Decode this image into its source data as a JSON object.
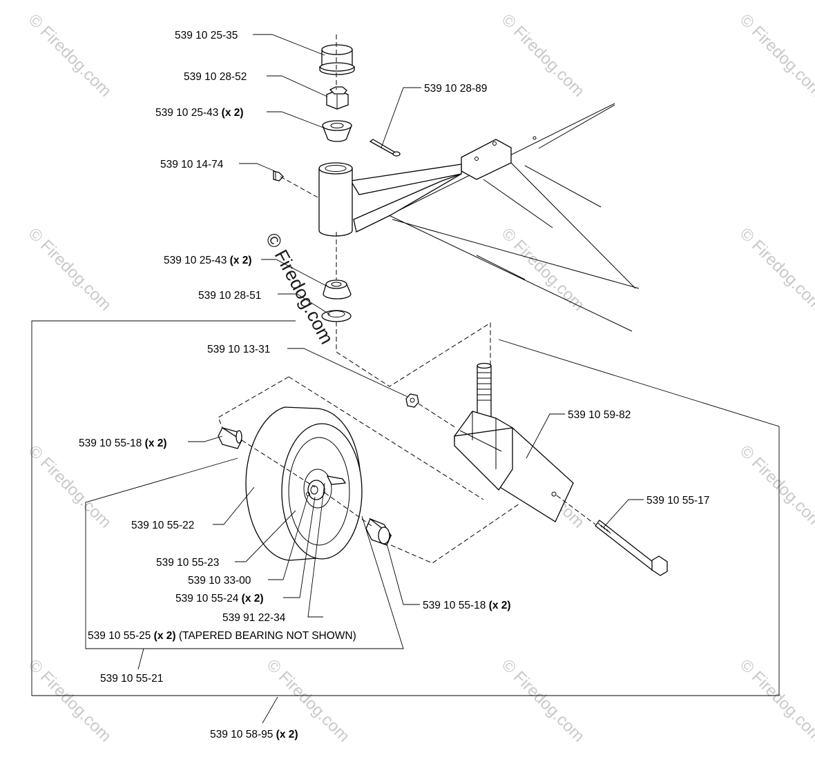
{
  "watermark": {
    "text": "© Firedog.com",
    "center_text": "© Firedog.com"
  },
  "parts": [
    {
      "id": "p1",
      "number": "539 10 25-35",
      "qty": ""
    },
    {
      "id": "p2",
      "number": "539 10 28-52",
      "qty": ""
    },
    {
      "id": "p3",
      "number": "539 10 25-43",
      "qty": "(x 2)"
    },
    {
      "id": "p4",
      "number": "539 10 28-89",
      "qty": ""
    },
    {
      "id": "p5",
      "number": "539 10 14-74",
      "qty": ""
    },
    {
      "id": "p6",
      "number": "539 10 25-43",
      "qty": "(x 2)"
    },
    {
      "id": "p7",
      "number": "539 10 28-51",
      "qty": ""
    },
    {
      "id": "p8",
      "number": "539 10 13-31",
      "qty": ""
    },
    {
      "id": "p9",
      "number": "539 10 59-82",
      "qty": ""
    },
    {
      "id": "p10",
      "number": "539 10 55-18",
      "qty": "(x 2)"
    },
    {
      "id": "p11",
      "number": "539 10 55-17",
      "qty": ""
    },
    {
      "id": "p12",
      "number": "539 10 55-22",
      "qty": ""
    },
    {
      "id": "p13",
      "number": "539 10 55-23",
      "qty": ""
    },
    {
      "id": "p14",
      "number": "539 10 33-00",
      "qty": ""
    },
    {
      "id": "p15",
      "number": "539 10 55-24",
      "qty": "(x 2)"
    },
    {
      "id": "p16",
      "number": "539 10 55-18",
      "qty": "(x 2)"
    },
    {
      "id": "p17",
      "number": "539 91 22-34",
      "qty": ""
    },
    {
      "id": "p18",
      "number": "539 10 55-25",
      "qty": "(x 2)",
      "note": "(TAPERED BEARING NOT SHOWN)"
    },
    {
      "id": "p19",
      "number": "539 10 55-21",
      "qty": ""
    },
    {
      "id": "p20",
      "number": "539 10 58-95",
      "qty": "(x 2)"
    }
  ]
}
